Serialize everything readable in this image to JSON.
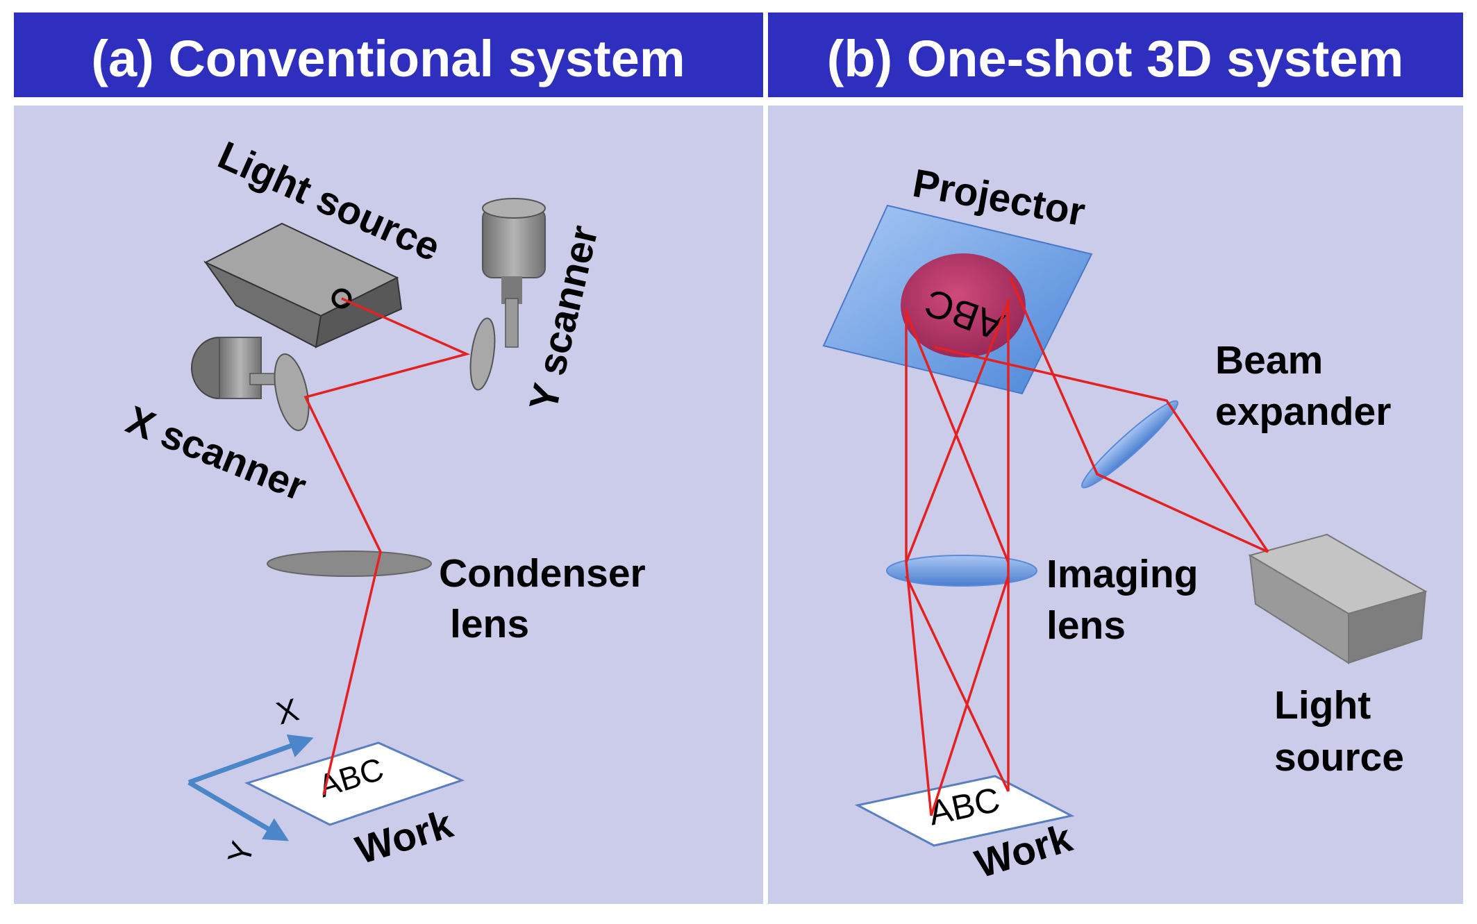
{
  "panel_a": {
    "title": "(a) Conventional system",
    "labels": {
      "light_source": "Light source",
      "y_scanner": "Y scanner",
      "x_scanner": "X scanner",
      "condenser_line1": "Condenser",
      "condenser_line2": "lens",
      "work": "Work",
      "work_text": "ABC",
      "axis_x": "X",
      "axis_y": "Y"
    }
  },
  "panel_b": {
    "title": "(b) One-shot 3D system",
    "labels": {
      "projector": "Projector",
      "projector_text": "ABC",
      "beam_line1": "Beam",
      "beam_line2": "expander",
      "imaging_line1": "Imaging",
      "imaging_line2": "lens",
      "light_line1": "Light",
      "light_line2": "source",
      "work": "Work",
      "work_text": "ABC"
    }
  },
  "colors": {
    "header_bg": "#2f2fbf",
    "panel_bg": "#cbcbea",
    "ray": "#e52020",
    "lens_blue": "#6f9fe0",
    "gray_part": "#8a8a8a",
    "axis_arrow": "#4a86c8"
  }
}
